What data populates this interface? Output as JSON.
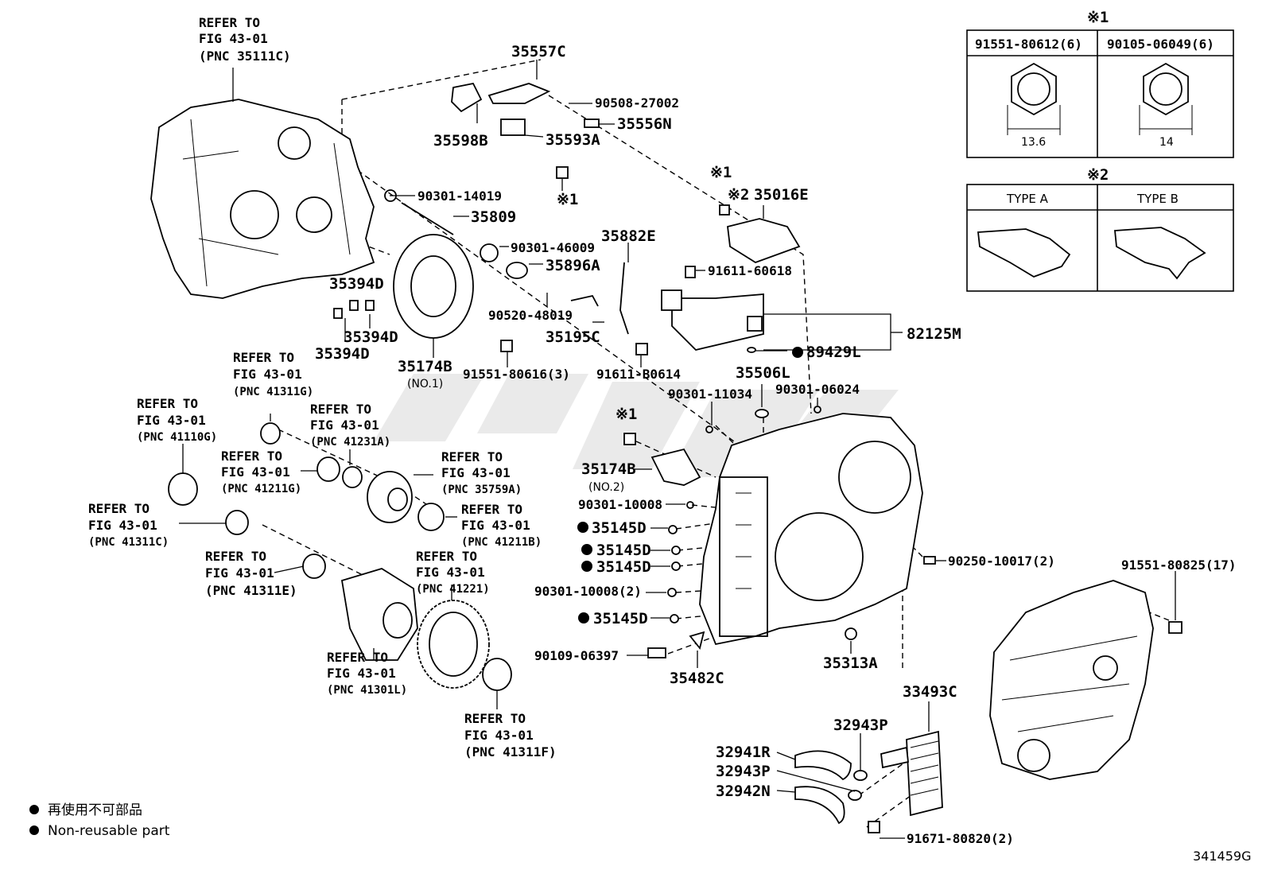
{
  "diagram": {
    "ref_tl": [
      "REFER TO",
      "FIG 43-01",
      "(PNC 35111C)"
    ],
    "parts": {
      "p35557C": "35557C",
      "p90508": "90508-27002",
      "p35556N": "35556N",
      "p35598B": "35598B",
      "p35593A": "35593A",
      "p90301_14019": "90301-14019",
      "p35809": "35809",
      "p90301_46009": "90301-46009",
      "p35896A": "35896A",
      "p35882E": "35882E",
      "p35394D_a": "35394D",
      "p35394D_b": "35394D",
      "p35394D_c": "35394D",
      "p90520": "90520-48019",
      "p35195C": "35195C",
      "p35174B_1": "35174B",
      "p35174B_1n": "(NO.1)",
      "p91551_80616": "91551-80616(3)",
      "p91611_B0614": "91611-B0614",
      "p35016E": "35016E",
      "p91611_60618": "91611-60618",
      "p82125M": "82125M",
      "p89429L": "89429L",
      "p35506L": "35506L",
      "p90301_11034": "90301-11034",
      "p90301_06024": "90301-06024",
      "p35174B_2": "35174B",
      "p35174B_2n": "(NO.2)",
      "p90301_10008": "90301-10008",
      "p35145D_1": "35145D",
      "p35145D_2": "35145D",
      "p35145D_3": "35145D",
      "p90301_10008_2": "90301-10008(2)",
      "p35145D_4": "35145D",
      "p90109": "90109-06397",
      "p35482C": "35482C",
      "p35313A": "35313A",
      "p90250": "90250-10017(2)",
      "p91551_80825": "91551-80825(17)",
      "p33493C": "33493C",
      "p32943P_a": "32943P",
      "p32941R": "32941R",
      "p32943P_b": "32943P",
      "p32942N": "32942N",
      "p91671": "91671-80820(2)"
    },
    "mark1": "※1",
    "mark2": "※2",
    "refs": {
      "r41311G": [
        "REFER TO",
        "FIG 43-01",
        "(PNC 41311G)"
      ],
      "r41110G": [
        "REFER TO",
        "FIG 43-01",
        "(PNC 41110G)"
      ],
      "r41231A": [
        "REFER TO",
        "FIG 43-01",
        "(PNC 41231A)"
      ],
      "r41211G": [
        "REFER TO",
        "FIG 43-01",
        "(PNC 41211G)"
      ],
      "r35759A": [
        "REFER TO",
        "FIG 43-01",
        "(PNC 35759A)"
      ],
      "r41311C": [
        "REFER TO",
        "FIG 43-01",
        "(PNC 41311C)"
      ],
      "r41211B": [
        "REFER TO",
        "FIG 43-01",
        "(PNC 41211B)"
      ],
      "r41311E": [
        "REFER TO",
        "FIG 43-01",
        "(PNC 41311E)"
      ],
      "r41221": [
        "REFER TO",
        "FIG 43-01",
        "(PNC 41221)"
      ],
      "r41301L": [
        "REFER TO",
        "FIG 43-01",
        "(PNC 41301L)"
      ],
      "r41311F": [
        "REFER TO",
        "FIG 43-01",
        "(PNC 41311F)"
      ]
    },
    "table1": {
      "mark": "※1",
      "col1": "91551-80612(6)",
      "col2": "90105-06049(6)",
      "dim1": "13.6",
      "dim2": "14"
    },
    "table2": {
      "mark": "※2",
      "col1": "TYPE A",
      "col2": "TYPE B"
    },
    "legend": {
      "jp": "再使用不可部品",
      "en": "Non-reusable part"
    },
    "figure_id": "341459G"
  }
}
